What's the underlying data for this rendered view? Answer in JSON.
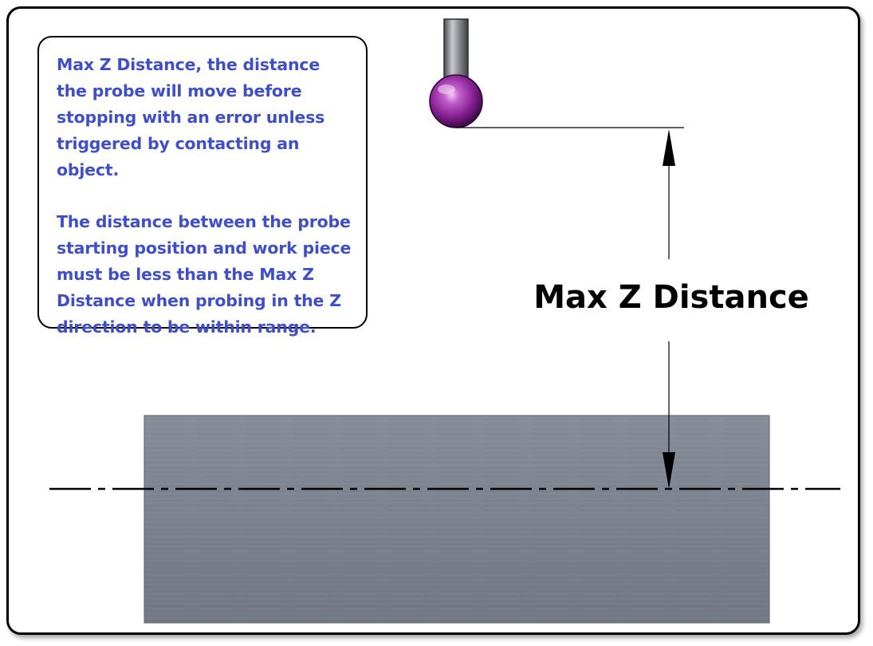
{
  "note": {
    "paragraph_1": "Max Z Distance, the distance the probe will move before stopping with an error unless triggered by contacting an object.",
    "paragraph_2": "The distance between the probe starting position and work piece must be less than the Max Z Distance when probing in the Z direction to be within range."
  },
  "dimension": {
    "label": "Max Z Distance"
  },
  "colors": {
    "note_text": "#3f4fc8",
    "probe_ball": "#9a2fa6",
    "workpiece": "#7d8391"
  }
}
